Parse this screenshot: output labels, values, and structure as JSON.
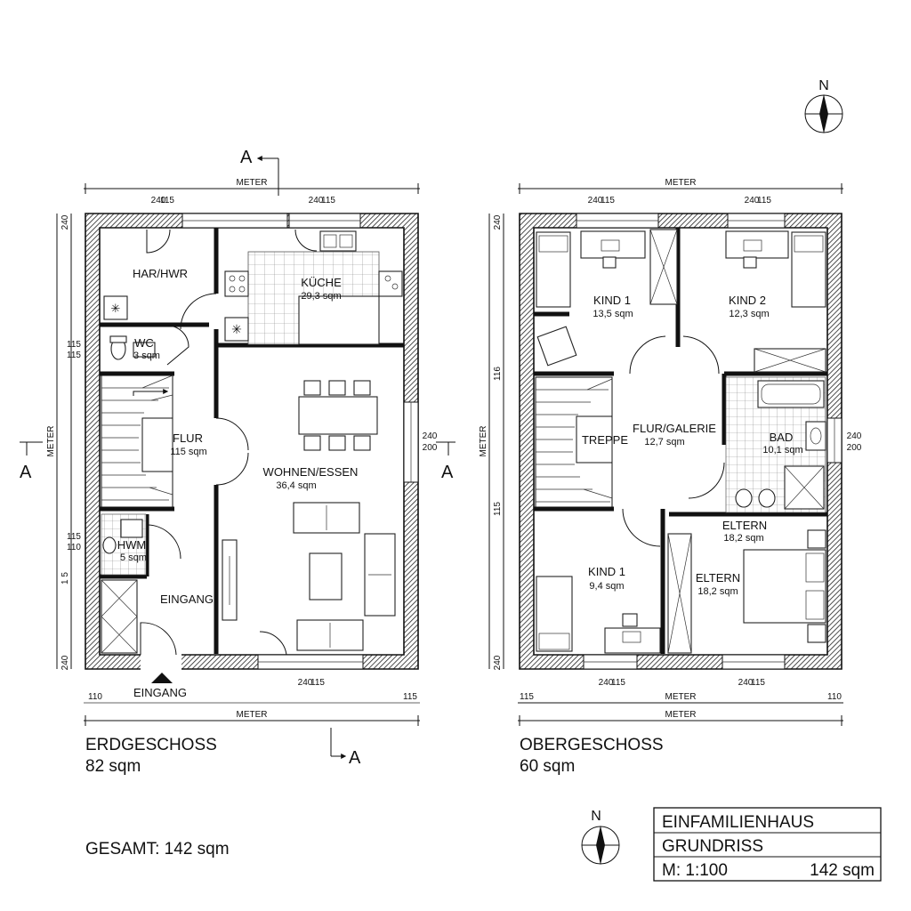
{
  "compass_label": "N",
  "section_label": "A",
  "dimension_word": "METER",
  "wall_dim_top": "240",
  "wall_dim_bottom": "115",
  "window_dim_top": "240",
  "window_dim_bottom": "200",
  "ground_floor": {
    "title": "ERDGESCHOSS",
    "area": "82 sqm",
    "entrance_marker": "EINGANG",
    "left_dim_labels": [
      "115",
      "115",
      "115",
      "110",
      "1 5"
    ],
    "bottom_dim_labels": [
      "110",
      "115"
    ],
    "rooms": {
      "har": {
        "name": "HAR/HWR"
      },
      "kueche": {
        "name": "KÜCHE",
        "area": "29,3 sqm"
      },
      "wc": {
        "name": "WC",
        "area": "3 sqm"
      },
      "flur": {
        "name": "FLUR",
        "area": "115 sqm"
      },
      "wohnen": {
        "name": "WOHNEN/ESSEN",
        "area": "36,4 sqm"
      },
      "hwm": {
        "name": "HWM",
        "area": "5 sqm"
      },
      "eingang": {
        "name": "EINGANG"
      }
    }
  },
  "upper_floor": {
    "title": "OBERGESCHOSS",
    "area": "60 sqm",
    "left_dim_labels": [
      "116",
      "115"
    ],
    "bottom_dim_labels": [
      "115",
      "110"
    ],
    "rooms": {
      "kind1_top": {
        "name": "KIND 1",
        "area": "13,5 sqm"
      },
      "kind2": {
        "name": "KIND 2",
        "area": "12,3 sqm"
      },
      "treppe": {
        "name": "TREPPE"
      },
      "flur": {
        "name": "FLUR/GALERIE",
        "area": "12,7 sqm"
      },
      "bad": {
        "name": "BAD",
        "area": "10,1 sqm"
      },
      "eltern_label": {
        "name": "ELTERN",
        "area": "18,2 sqm"
      },
      "kind1_bottom": {
        "name": "KIND 1",
        "area": "9,4 sqm"
      },
      "eltern": {
        "name": "ELTERN",
        "area": "18,2 sqm"
      }
    }
  },
  "total_label": "GESAMT: 142 sqm",
  "title_block": {
    "line1": "EINFAMILIENHAUS",
    "line2": "GRUNDRISS",
    "scale": "M: 1:100",
    "area": "142 sqm"
  }
}
